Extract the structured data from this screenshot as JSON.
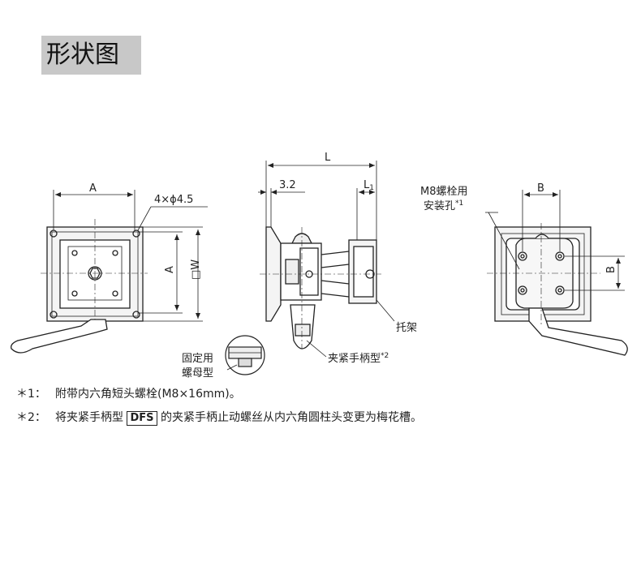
{
  "title": "形状图",
  "labels": {
    "A_top": "A",
    "hole": "4×ϕ4.5",
    "A_side": "A",
    "W": "□W",
    "L": "L",
    "d32": "3.2",
    "L1": "L",
    "L1_sub": "1",
    "B_top": "B",
    "B_side": "B",
    "m8_line1": "M8螺栓用",
    "m8_line2": "安装孔",
    "m8_sup": "*1",
    "bracket": "托架",
    "nut_line1": "固定用",
    "nut_line2": "螺母型",
    "clamp": "夹紧手柄型",
    "clamp_sup": "*2"
  },
  "notes": {
    "n1_mark": "＊1：",
    "n1_text": "附带内六角短头螺栓(M8×16mm)。",
    "n2_mark": "＊2：",
    "n2_pre": "将夹紧手柄型",
    "n2_box": "DFS",
    "n2_post": "的夹紧手柄止动螺丝从内六角圆柱头变更为梅花槽。"
  }
}
